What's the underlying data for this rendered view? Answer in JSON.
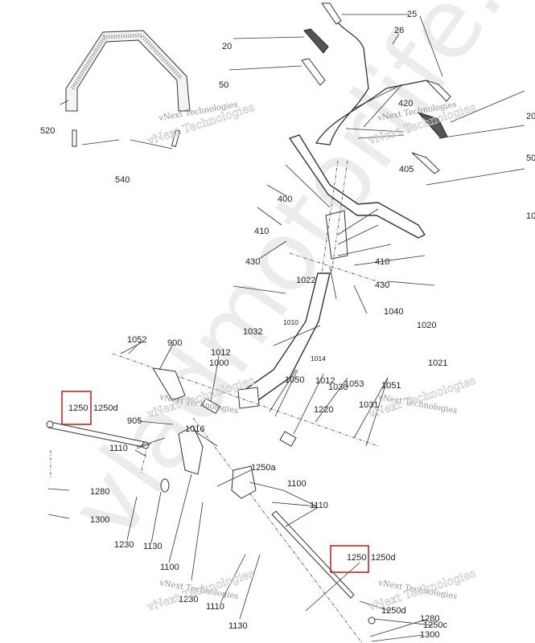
{
  "callouts": [
    "25",
    "26",
    "20",
    "50",
    "520",
    "540",
    "420",
    "20",
    "405",
    "50",
    "400",
    "10",
    "410",
    "430",
    "1022",
    "410",
    "430",
    "1040",
    "1032",
    "1010",
    "1020",
    "1014",
    "1000",
    "1021",
    "1030",
    "1031",
    "1220",
    "1052",
    "900",
    "1012",
    "1050",
    "1012",
    "1053",
    "1051",
    "1250",
    "1250d",
    "905",
    "1016",
    "1110",
    "1250a",
    "1100",
    "1280",
    "1300",
    "1110",
    "1230",
    "1130",
    "1100",
    "1250",
    "1250d",
    "1250d",
    "1250c",
    "1230",
    "1110",
    "1130",
    "1280",
    "1300"
  ],
  "watermarks": {
    "vnext": "vNext Technologies",
    "vnext_outline": "vNext Technologies",
    "site": "vladmotorlife.ru"
  },
  "colors": {
    "highlight_box": "#c0282e"
  }
}
